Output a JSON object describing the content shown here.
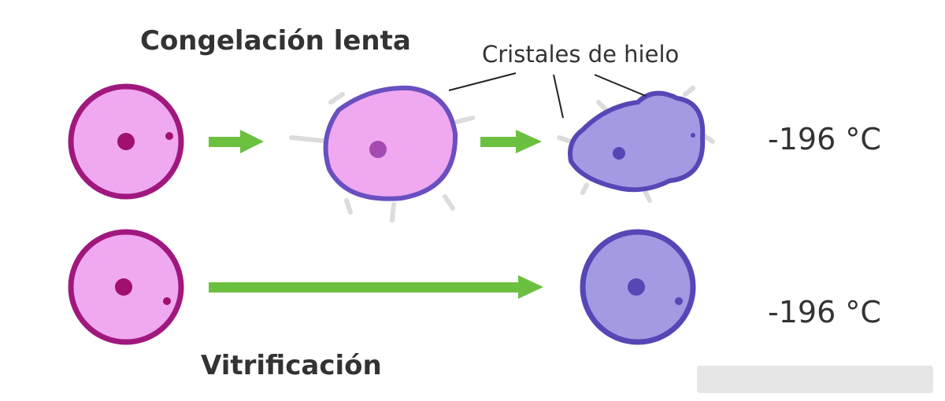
{
  "title_slow": "Congelación lenta",
  "title_vitri": "Vitrificación",
  "label_crystals": "Cristales de hielo",
  "temp_slow": "-196 °C",
  "temp_vitri": "-196 °C",
  "colors": {
    "cell_fresh": "#f0a8f0",
    "cell_border": "#a0187e",
    "cell_frozen": "#a29ae2",
    "frozen_border": "#5646b6",
    "arrow": "#6cc040",
    "ice": "#dcdcdc"
  }
}
